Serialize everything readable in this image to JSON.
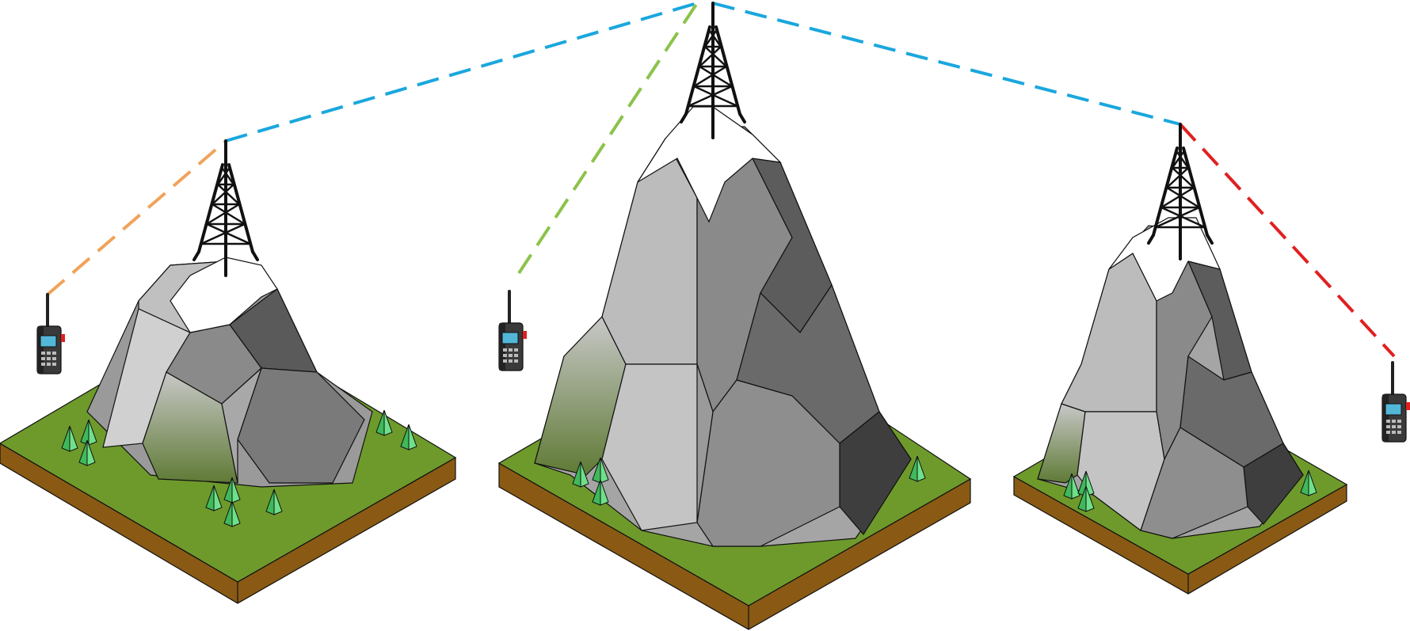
{
  "colors": {
    "link_backbone": "#1aa7dd",
    "link_site_a": "#f0a35a",
    "link_site_b": "#8bc34a",
    "link_site_c": "#e02020",
    "grass": "#6e9a2c",
    "soil": "#8a5a14",
    "rock_light": "#c4c4c4",
    "rock_mid": "#a2a2a2",
    "rock_dark": "#6e6e6e",
    "snow": "#ffffff",
    "tree": "#4fd06a",
    "radio_screen": "#53b8d8",
    "radio_button": "#e02020"
  },
  "elements": {
    "mountains": [
      "mountain-left",
      "mountain-center",
      "mountain-right"
    ],
    "towers": [
      "tower-left",
      "tower-center",
      "tower-right"
    ],
    "radios": [
      "radio-left",
      "radio-center",
      "radio-right"
    ],
    "links": [
      "backbone-left",
      "backbone-right",
      "access-left",
      "access-center",
      "access-right"
    ]
  },
  "icons": [
    "lattice-tower-icon",
    "handheld-radio-icon",
    "tree-icon"
  ]
}
